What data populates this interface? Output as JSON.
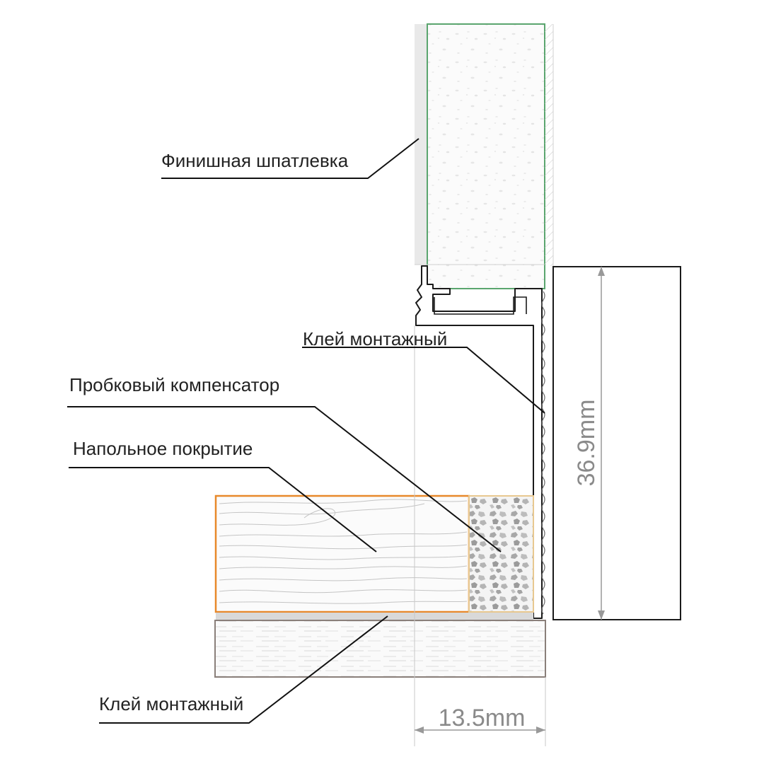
{
  "labels": {
    "finish_putty": "Финишная шпатлевка",
    "mounting_glue_top": "Клей монтажный",
    "cork_compensator": "Пробковый компенсатор",
    "floor_covering": "Напольное покрытие",
    "mounting_glue_bottom": "Клей монтажный"
  },
  "dimensions": {
    "height": "36.9mm",
    "gap": "13.5mm"
  },
  "colors": {
    "wall_outline": "#5aa56e",
    "floor_outline": "#e8892b",
    "cork_outline": "#e8c890",
    "dimension": "#999999",
    "leader": "#111111"
  }
}
